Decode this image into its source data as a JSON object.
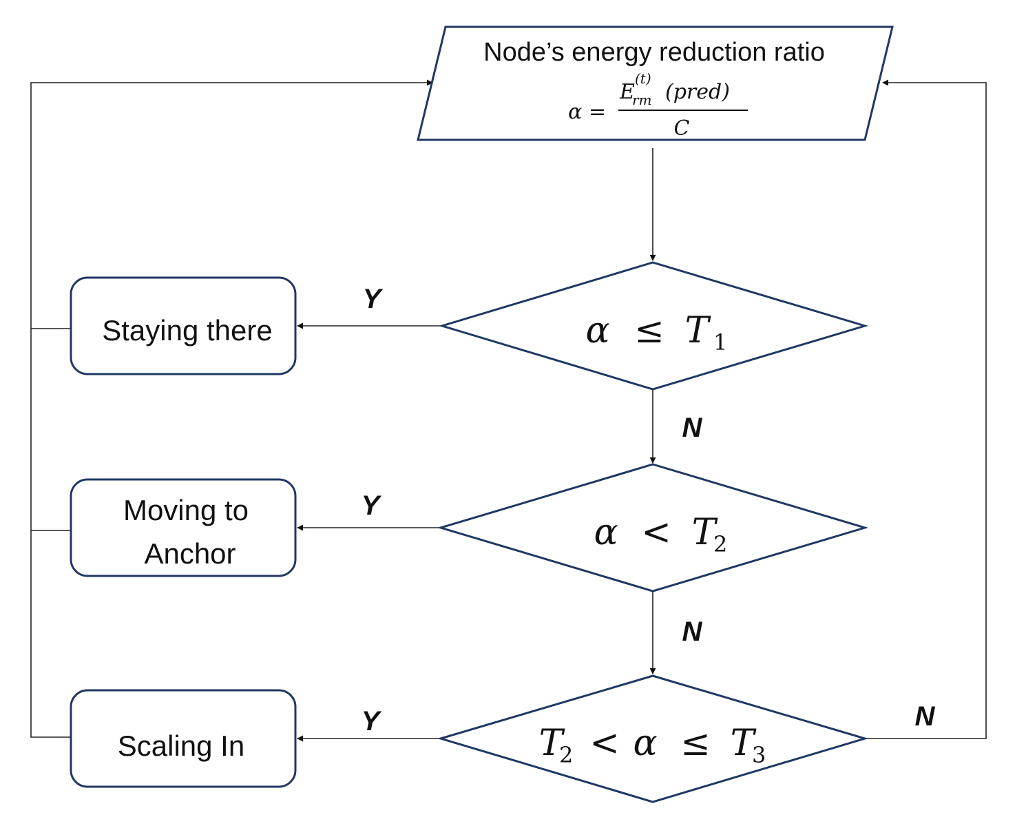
{
  "input_node": {
    "title": "Node’s energy reduction ratio",
    "formula_lhs": "α =",
    "numerator_base": "E",
    "numerator_sup": "(t)",
    "numerator_sub": "rm",
    "numerator_arg": "(pred)",
    "denominator": "C"
  },
  "decisions": [
    {
      "lhs": "α",
      "op": "≤",
      "rhs": "T",
      "rhs_sub": "1"
    },
    {
      "lhs": "α",
      "op": "<",
      "rhs": "T",
      "rhs_sub": "2"
    },
    {
      "pre": "T",
      "pre_sub": "2",
      "op1": "<",
      "mid": "α",
      "op2": "≤",
      "rhs": "T",
      "rhs_sub": "3"
    }
  ],
  "actions": [
    {
      "label": "Staying there"
    },
    {
      "label_line1": "Moving to",
      "label_line2": "Anchor"
    },
    {
      "label": "Scaling In"
    }
  ],
  "branch_labels": {
    "yes_1": "Y",
    "no_1": "N",
    "yes_2": "Y",
    "no_2": "N",
    "yes_3": "Y",
    "no_3": "N"
  }
}
